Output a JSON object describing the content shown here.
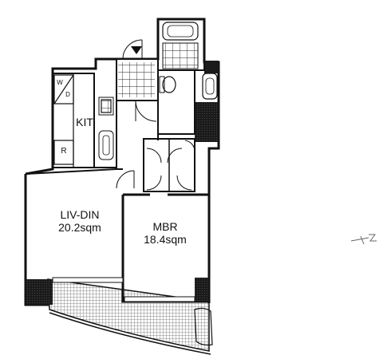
{
  "colors": {
    "wall": "#111111",
    "hatch": "#8a8a8a",
    "background": "#ffffff"
  },
  "rooms": {
    "liv_din": {
      "name": "LIV-DIN",
      "area": "20.2sqm"
    },
    "mbr": {
      "name": "MBR",
      "area": "18.4sqm"
    },
    "kitchen": {
      "name": "KIT"
    },
    "refrigerator": {
      "label": "R"
    },
    "washer_dryer": {
      "top": "W",
      "bottom": "D"
    }
  },
  "icons": {
    "entrance": "down-triangle-icon",
    "north": "north-arrow-icon"
  }
}
